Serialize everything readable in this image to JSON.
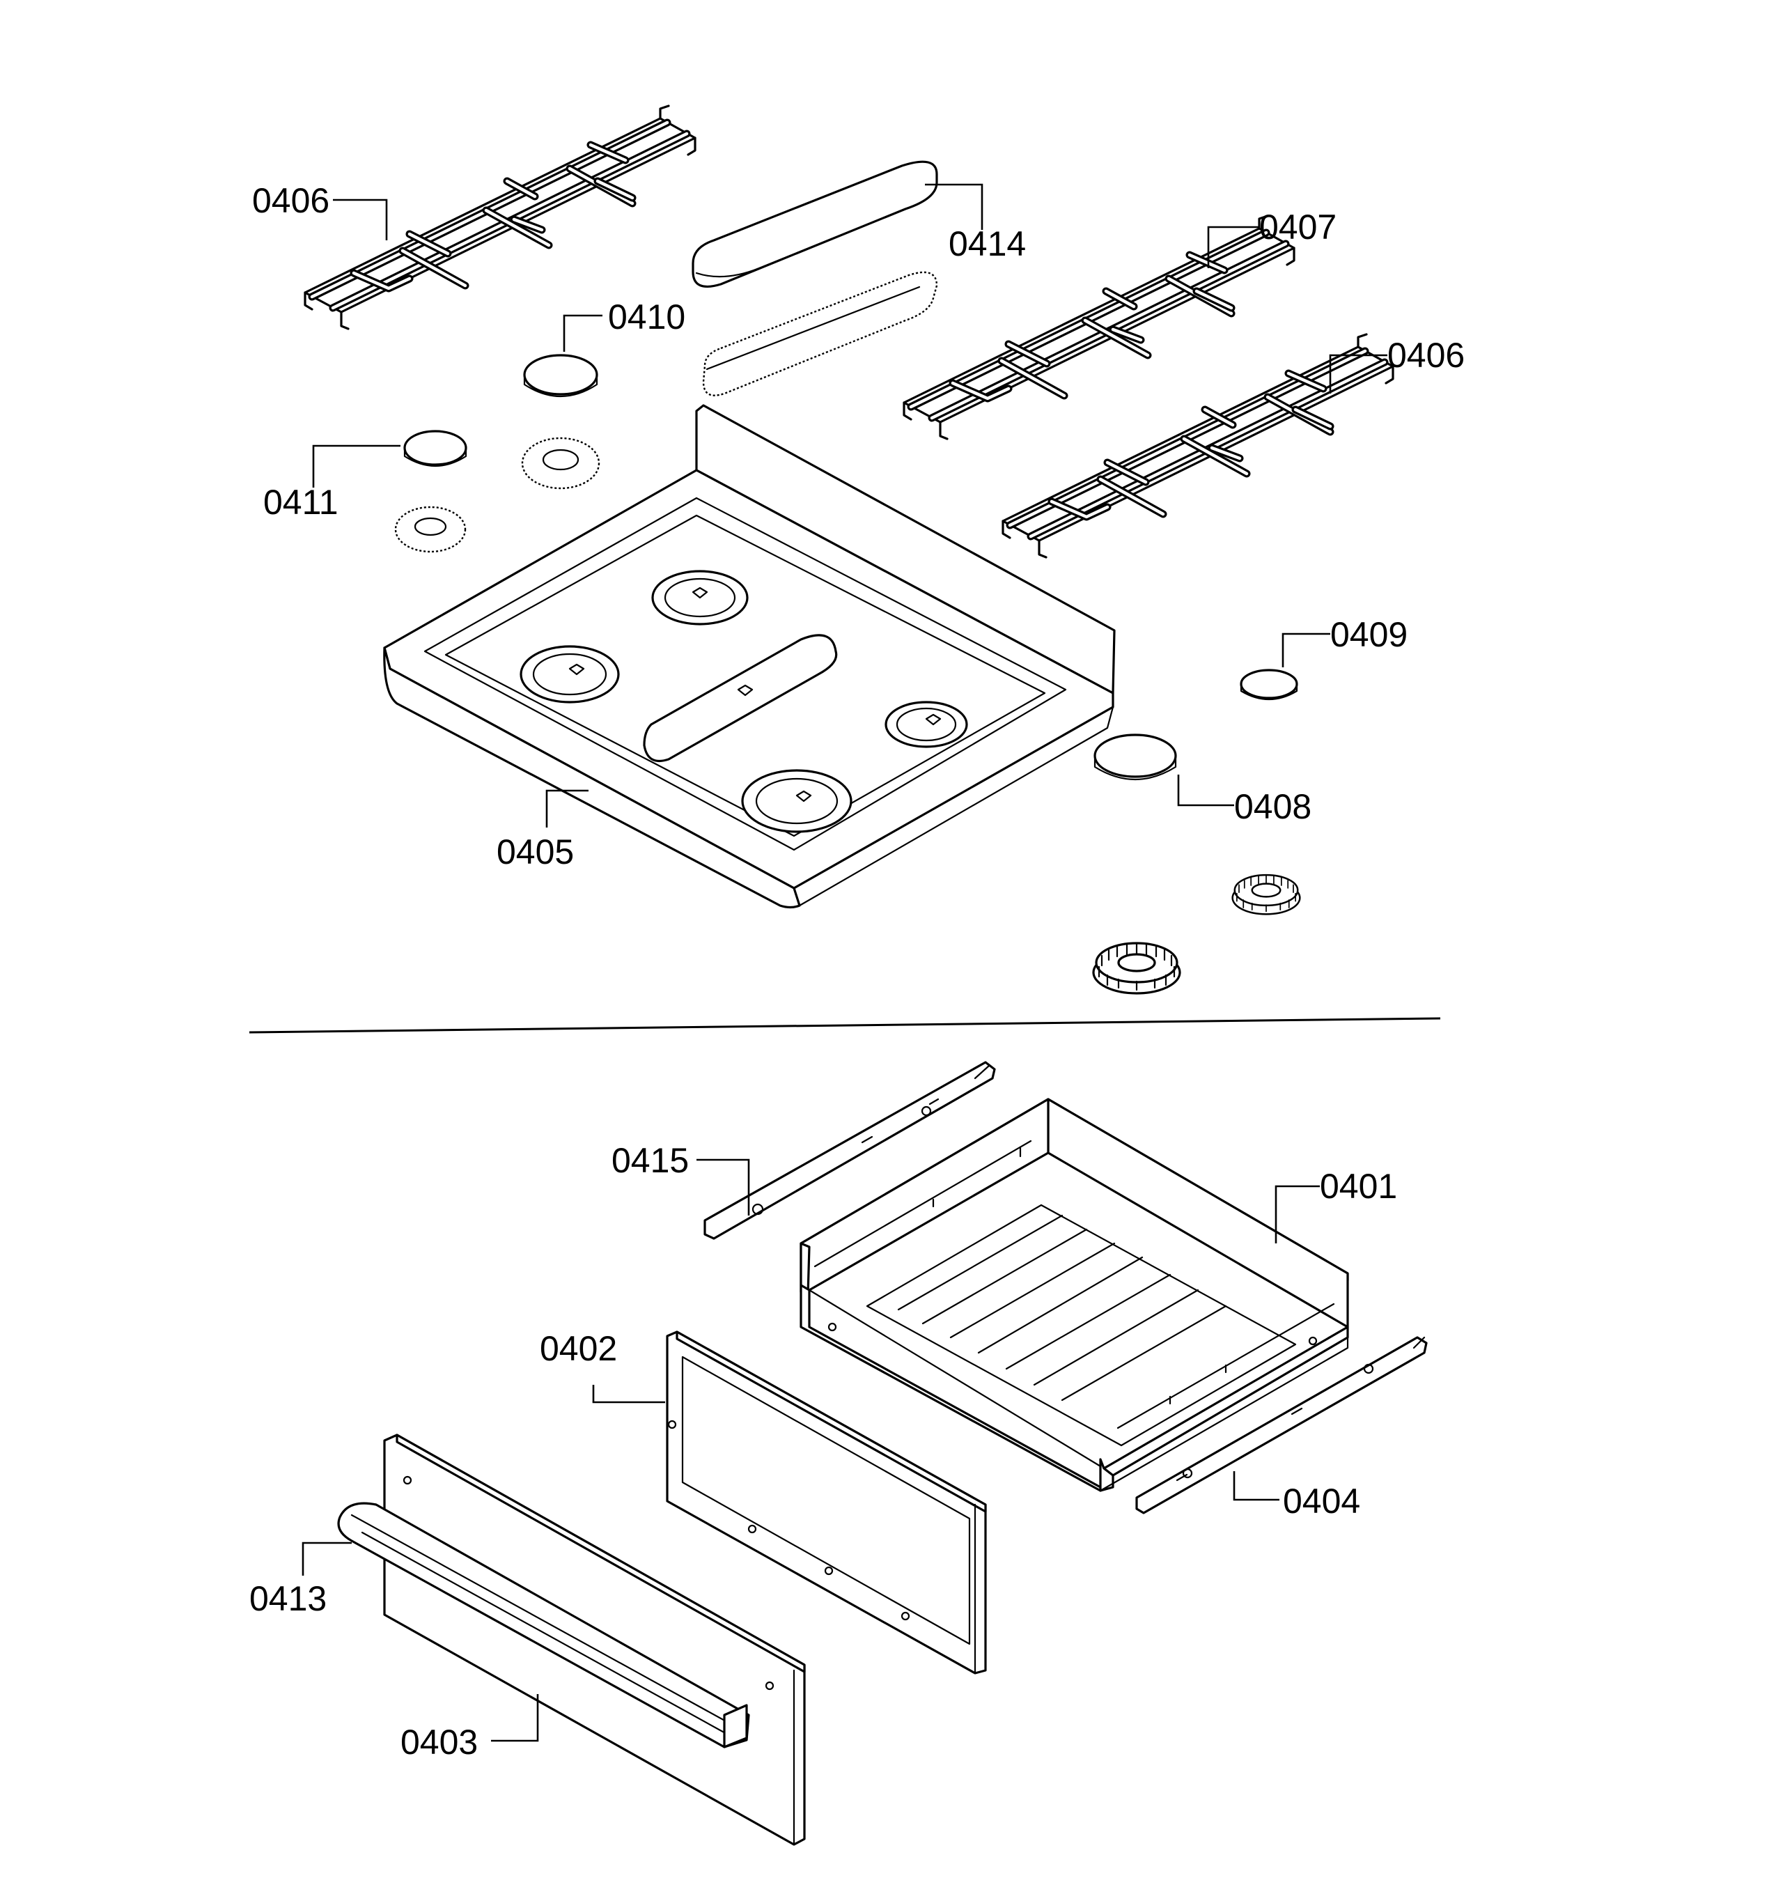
{
  "labels": {
    "p0406a": "0406",
    "p0406b": "0406",
    "p0407": "0407",
    "p0410": "0410",
    "p0414": "0414",
    "p0411": "0411",
    "p0409": "0409",
    "p0408": "0408",
    "p0405": "0405",
    "p0415": "0415",
    "p0401": "0401",
    "p0402": "0402",
    "p0404": "0404",
    "p0413": "0413",
    "p0403": "0403"
  }
}
